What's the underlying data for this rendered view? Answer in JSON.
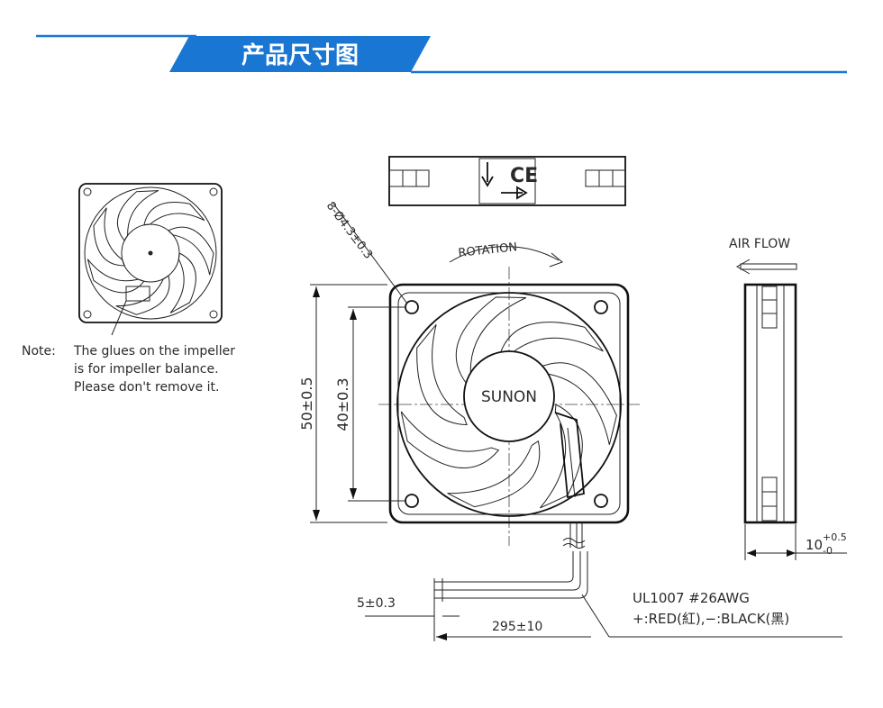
{
  "header": {
    "title": "产品尺寸图",
    "accent_color": "#1976d2"
  },
  "note": {
    "label": "Note:",
    "lines": [
      "The glues on the impeller",
      "is for impeller balance.",
      "Please don't remove it."
    ]
  },
  "top_label": {
    "mark": "CE"
  },
  "dimensions": {
    "holes": "8-Ø4.3±0.3",
    "outer": "50±0.5",
    "inner": "40±0.3",
    "thickness_base": "10",
    "thickness_tol_upper": "+0.5",
    "thickness_tol_lower": "-0",
    "strip": "5±0.3",
    "lead_length": "295±10"
  },
  "labels": {
    "rotation": "ROTATION",
    "air_flow": "AIR FLOW",
    "brand": "SUNON",
    "wire_spec": "UL1007  #26AWG",
    "wire_colors": "+:RED(紅),−:BLACK(黑)"
  },
  "icons": [
    "arrow-down-icon",
    "arrow-right-icon",
    "ce-mark-icon"
  ]
}
